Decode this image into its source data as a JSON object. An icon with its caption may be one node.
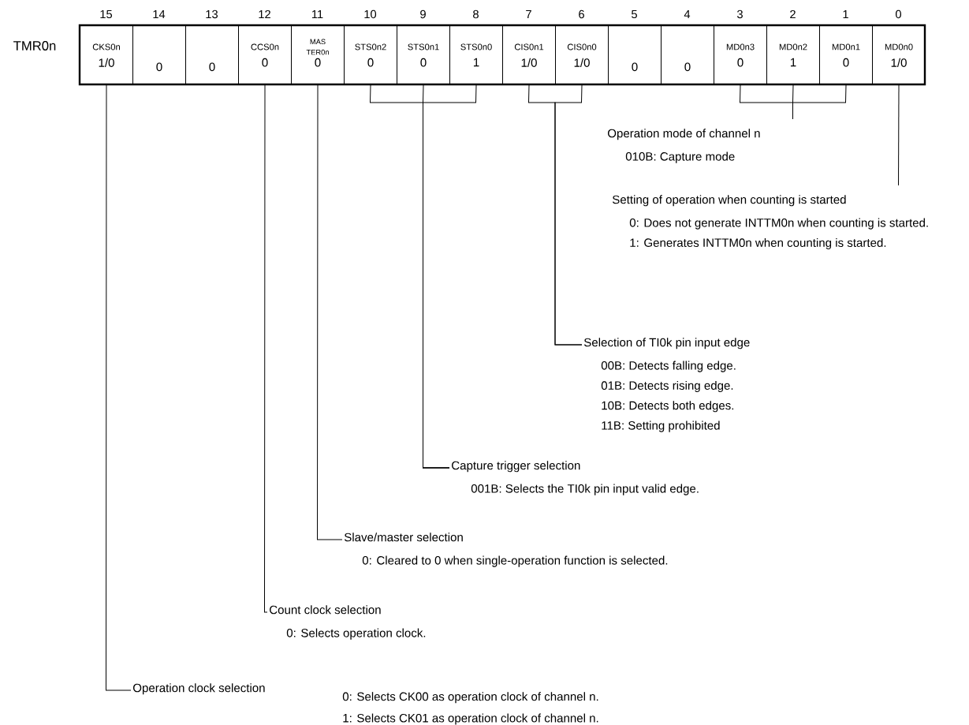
{
  "diagram": {
    "nodes": [
      {
        "text": [
          "CKS0n",
          "1/0"
        ]
      },
      {
        "text": [
          "0"
        ]
      },
      {
        "text": [
          "0"
        ]
      },
      {
        "text": [
          "CCS0n",
          "0"
        ]
      },
      {
        "text": [
          "MAS TER0n",
          "0"
        ]
      },
      {
        "text": [
          "STS0n2",
          "0"
        ]
      },
      {
        "text": [
          "STS0n1",
          "0"
        ]
      },
      {
        "text": [
          "STS0n0",
          "1"
        ]
      },
      {
        "text": [
          "CIS0n1",
          "1/0"
        ]
      },
      {
        "text": [
          "CIS0n0",
          "1/0"
        ]
      },
      {
        "text": [
          "0"
        ]
      },
      {
        "text": [
          "0"
        ]
      },
      {
        "text": [
          "MD0n3",
          "0"
        ]
      },
      {
        "text": [
          "MD0n2",
          "1"
        ]
      },
      {
        "text": [
          "MD0n1",
          "0"
        ]
      },
      {
        "text": [
          "MD0n0",
          "1/0"
        ]
      },
      {
        "text": [
          "Operation mode of channel n",
          "010B: Capture mode"
        ]
      },
      {
        "text": [
          "Setting of operation when counting is started",
          "0: Does not generate INTTM0n when counting is started.",
          "1: Generates INTTM0n when counting is started."
        ]
      },
      {
        "text": [
          "Selection of TI0k pin input edge",
          "00B: Detects falling edge.",
          "01B: Detects rising edge.",
          "10B: Detects both edges.",
          "11B: Setting prohibited"
        ]
      },
      {
        "text": [
          "Capture trigger selection",
          "001B: Selects the TI0k pin input valid edge."
        ]
      },
      {
        "text": [
          "Slave/master selection",
          "0: Cleared to 0 when single-operation function is selected."
        ]
      },
      {
        "text": [
          "Count clock selection",
          "0: Selects operation clock."
        ]
      },
      {
        "text": [
          "Operation clock selection",
          "0: Selects CK00 as operation clock of channel n.",
          "1: Selects CK01 as operation clock of channel n."
        ]
      }
    ],
    "edges": [
      {
        "from": 12,
        "to": 16,
        "arrow": "none"
      },
      {
        "from": 13,
        "to": 16,
        "arrow": "none"
      },
      {
        "from": 14,
        "to": 16,
        "arrow": "none"
      },
      {
        "from": 15,
        "to": 17,
        "arrow": "none"
      },
      {
        "from": 8,
        "to": 18,
        "arrow": "none"
      },
      {
        "from": 9,
        "to": 18,
        "arrow": "none"
      },
      {
        "from": 5,
        "to": 19,
        "arrow": "none"
      },
      {
        "from": 6,
        "to": 19,
        "arrow": "none"
      },
      {
        "from": 7,
        "to": 19,
        "arrow": "none"
      },
      {
        "from": 4,
        "to": 20,
        "arrow": "none"
      },
      {
        "from": 3,
        "to": 21,
        "arrow": "none"
      },
      {
        "from": 0,
        "to": 22,
        "arrow": "none"
      }
    ],
    "labels": [
      "TMR0n",
      "15",
      "14",
      "13",
      "12",
      "11",
      "10",
      "9",
      "8",
      "7",
      "6",
      "5",
      "4",
      "3",
      "2",
      "1",
      "0"
    ]
  }
}
